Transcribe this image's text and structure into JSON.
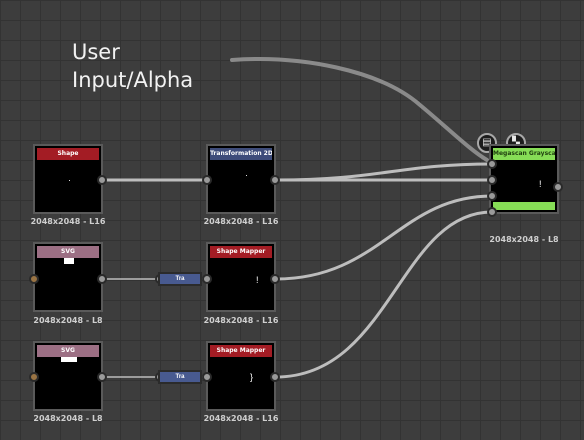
{
  "annotation": {
    "line1": "User",
    "line2": "Input/Alpha"
  },
  "nodes": {
    "shape": {
      "title": "Shape",
      "resolution": "2048x2048 - L16"
    },
    "transformation": {
      "title": "Transformation 2D",
      "resolution": "2048x2048 - L16"
    },
    "svg1": {
      "title": "SVG",
      "resolution": "2048x2048 - L8"
    },
    "shape_mapper1": {
      "title": "Shape Mapper",
      "resolution": "2048x2048 - L16",
      "mark": "!"
    },
    "svg2": {
      "title": "SVG",
      "resolution": "2048x2048 - L8"
    },
    "shape_mapper2": {
      "title": "Shape Mapper",
      "resolution": "2048x2048 - L16",
      "mark": "}"
    },
    "output": {
      "title": "Megascan Grayscale",
      "resolution": "2048x2048 - L8",
      "mark": "!"
    }
  },
  "small_nodes": {
    "tra1": "Tra",
    "tra2": "Tra"
  },
  "colors": {
    "header_red": "#a31c24",
    "header_blue": "#3e4c7a",
    "header_pink": "#9c6f84",
    "header_green": "#86dd56"
  }
}
